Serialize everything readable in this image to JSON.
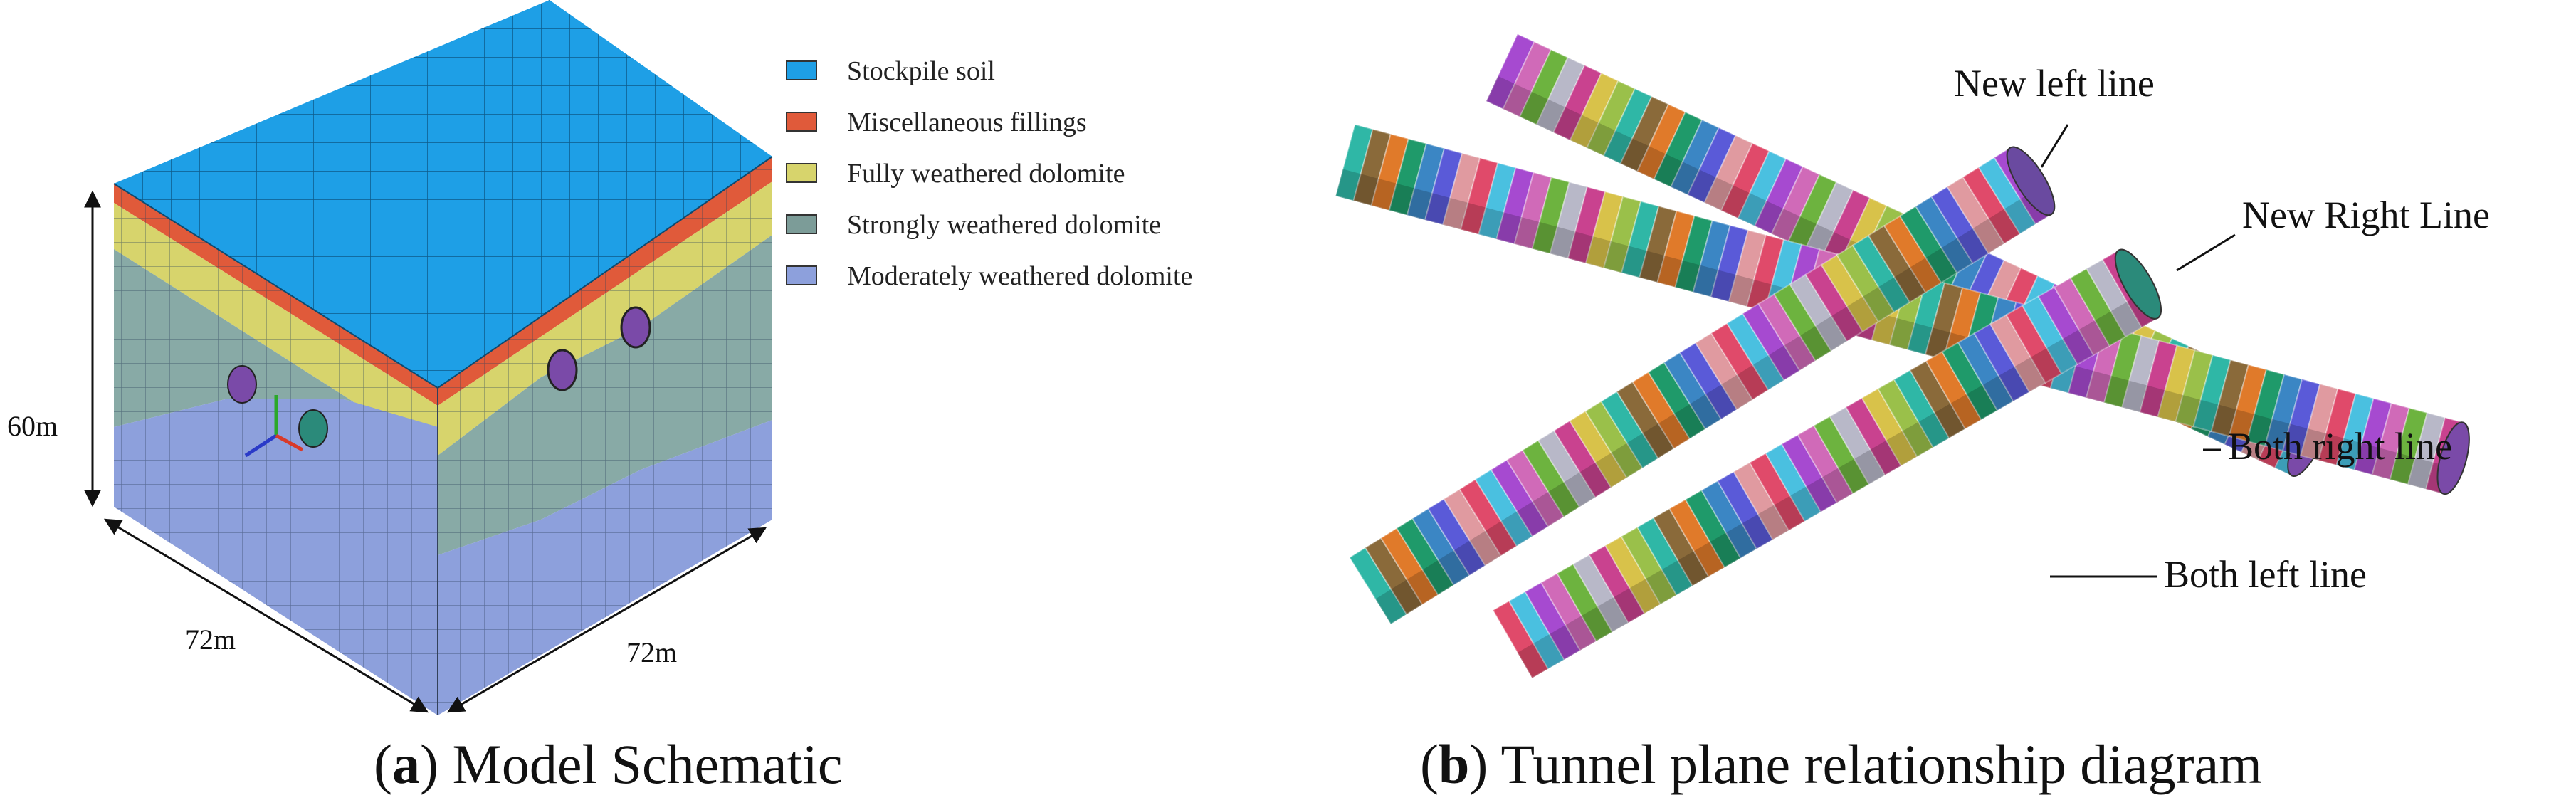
{
  "panel_a": {
    "caption_letter": "a",
    "caption_text": "Model Schematic",
    "dimensions": {
      "height": "60m",
      "width_left": "72m",
      "width_right": "72m"
    },
    "legend": [
      {
        "label": "Stockpile soil",
        "color": "#1e9fe6"
      },
      {
        "label": "Miscellaneous fillings",
        "color": "#e05a3a"
      },
      {
        "label": "Fully weathered dolomite",
        "color": "#d7d46c"
      },
      {
        "label": "Strongly weathered dolomite",
        "color": "#7c9c98"
      },
      {
        "label": "Moderately weathered dolomite",
        "color": "#8da0dc"
      }
    ]
  },
  "panel_b": {
    "caption_letter": "b",
    "caption_text": "Tunnel plane relationship diagram",
    "labels": {
      "new_left": "New left line",
      "new_right": "New Right Line",
      "both_right": "Both right line",
      "both_left": "Both left line"
    }
  },
  "colors": {
    "top_face": "#1e9fe6",
    "fill_layer": "#e05a3a",
    "fully": "#d7d46c",
    "strongly": "#88aaa6",
    "moderately": "#8da0dc",
    "ring_palette": [
      "#c9428f",
      "#3b86c4",
      "#6db33f",
      "#e07a2a",
      "#a64ad0",
      "#2fb7a6",
      "#e04a6a",
      "#d8c24a",
      "#5a5ad8",
      "#b8b8c8",
      "#1f9a6a",
      "#d06ab8",
      "#8a6a3a",
      "#4ac0e0",
      "#9ac04a",
      "#e09aa0"
    ]
  }
}
